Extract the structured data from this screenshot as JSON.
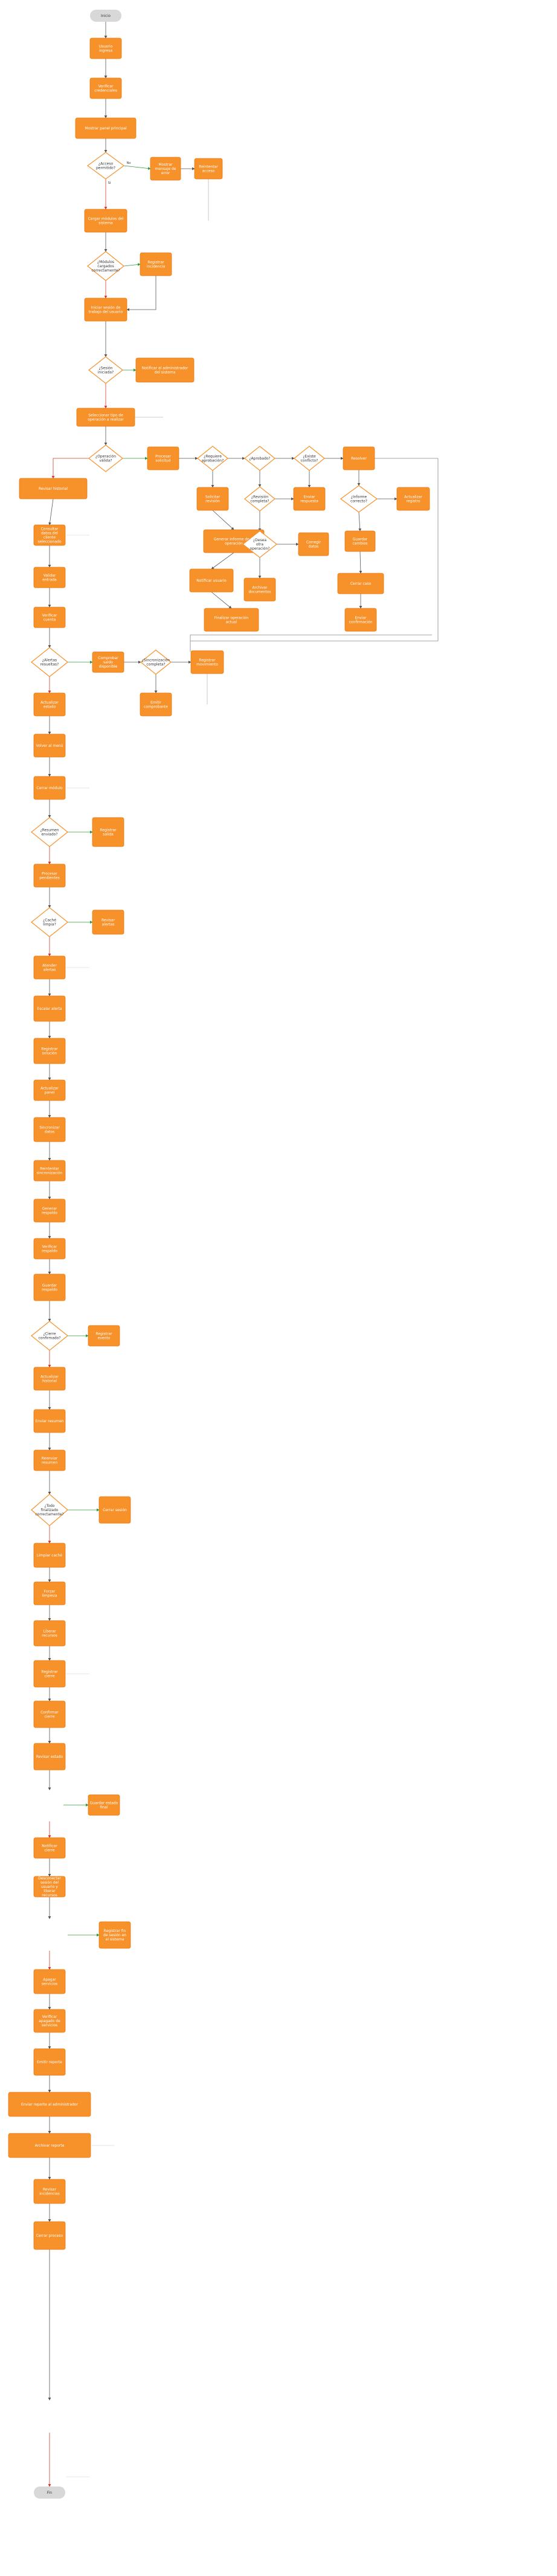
{
  "colors": {
    "process": "#f7912a",
    "process_stroke": "#e77b12",
    "decision_fill": "#ffffff",
    "decision_stroke": "#f7912a",
    "terminal": "#d8d8d8",
    "edge": "#555555",
    "edge_yes": "#2a9d3a",
    "edge_no": "#d43b2f",
    "edge_link": "#3a6fd8"
  },
  "diagram": {
    "nodes": [
      {
        "id": "start",
        "shape": "terminal",
        "label": "Inicio"
      },
      {
        "id": "n1",
        "shape": "process",
        "label": "Usuario ingresa"
      },
      {
        "id": "n2",
        "shape": "process",
        "label": "Verificar credenciales"
      },
      {
        "id": "n3",
        "shape": "process",
        "label": "Mostrar panel principal"
      },
      {
        "id": "d1",
        "shape": "decision",
        "label": "¿Acceso permitido?"
      },
      {
        "id": "n4",
        "shape": "process",
        "label": "Mostrar mensaje de error"
      },
      {
        "id": "n5",
        "shape": "process",
        "label": "Reintentar acceso"
      },
      {
        "id": "n6",
        "shape": "process",
        "label": "Cargar módulos del sistema"
      },
      {
        "id": "d2",
        "shape": "decision",
        "label": "¿Módulos cargados correctamente?"
      },
      {
        "id": "n7",
        "shape": "process",
        "label": "Registrar incidencia"
      },
      {
        "id": "n8",
        "shape": "process",
        "label": "Iniciar sesión de trabajo del usuario"
      },
      {
        "id": "d3",
        "shape": "decision",
        "label": "¿Sesión iniciada?"
      },
      {
        "id": "n9",
        "shape": "process",
        "label": "Notificar al administrador del sistema"
      },
      {
        "id": "n10",
        "shape": "process",
        "label": "Seleccionar tipo de operación a realizar"
      },
      {
        "id": "d4",
        "shape": "decision",
        "label": "¿Operación válida?"
      },
      {
        "id": "n11",
        "shape": "process",
        "label": "Procesar solicitud"
      },
      {
        "id": "d5",
        "shape": "decision",
        "label": "¿Requiere aprobación?"
      },
      {
        "id": "d6",
        "shape": "decision",
        "label": "¿Aprobado?"
      },
      {
        "id": "d7",
        "shape": "decision",
        "label": "¿Existe conflicto?"
      },
      {
        "id": "n12",
        "shape": "process",
        "label": "Resolver"
      },
      {
        "id": "n13",
        "shape": "process",
        "label": "Solicitar revisión"
      },
      {
        "id": "d8",
        "shape": "decision",
        "label": "¿Revisión completa?"
      },
      {
        "id": "n14",
        "shape": "process",
        "label": "Enviar respuesta"
      },
      {
        "id": "n15",
        "shape": "process",
        "label": "Actualizar registro"
      },
      {
        "id": "n16",
        "shape": "process",
        "label": "Generar informe de la operación"
      },
      {
        "id": "d9",
        "shape": "decision",
        "label": "¿Informe correcto?"
      },
      {
        "id": "n17",
        "shape": "process",
        "label": "Corregir datos"
      },
      {
        "id": "n18",
        "shape": "process",
        "label": "Guardar cambios"
      },
      {
        "id": "n19",
        "shape": "process",
        "label": "Notificar usuario"
      },
      {
        "id": "n20",
        "shape": "process",
        "label": "Archivar documentos"
      },
      {
        "id": "n21",
        "shape": "process",
        "label": "Cerrar caso"
      },
      {
        "id": "n22",
        "shape": "process",
        "label": "Finalizar operación actual"
      },
      {
        "id": "n23",
        "shape": "process",
        "label": "Enviar confirmación"
      },
      {
        "id": "n24",
        "shape": "process",
        "label": "Revisar historial"
      },
      {
        "id": "n25",
        "shape": "process",
        "label": "Consultar datos del cliente seleccionado"
      },
      {
        "id": "n26",
        "shape": "process",
        "label": "Validar entrada"
      },
      {
        "id": "n27",
        "shape": "process",
        "label": "Verificar cuenta"
      },
      {
        "id": "n28",
        "shape": "process",
        "label": "Comprobar saldo disponible"
      },
      {
        "id": "n29",
        "shape": "process",
        "label": "Registrar movimiento"
      },
      {
        "id": "n30",
        "shape": "process",
        "label": "Actualizar estado"
      },
      {
        "id": "n31",
        "shape": "process",
        "label": "Emitir comprobante"
      },
      {
        "id": "d10",
        "shape": "decision",
        "label": "¿Desea otra operación?"
      },
      {
        "id": "n32",
        "shape": "process",
        "label": "Volver al menú"
      },
      {
        "id": "n33",
        "shape": "process",
        "label": "Cerrar módulo"
      },
      {
        "id": "n34",
        "shape": "process",
        "label": "Registrar salida"
      },
      {
        "id": "n35",
        "shape": "process",
        "label": "Procesar pendientes"
      },
      {
        "id": "n36",
        "shape": "process",
        "label": "Revisar alertas"
      },
      {
        "id": "n37",
        "shape": "process",
        "label": "Atender alertas"
      },
      {
        "id": "d11",
        "shape": "decision",
        "label": "¿Alertas resueltas?"
      },
      {
        "id": "n38",
        "shape": "process",
        "label": "Escalar alerta"
      },
      {
        "id": "n39",
        "shape": "process",
        "label": "Registrar solución"
      },
      {
        "id": "n40",
        "shape": "process",
        "label": "Actualizar panel"
      },
      {
        "id": "n41",
        "shape": "process",
        "label": "Sincronizar datos"
      },
      {
        "id": "d12",
        "shape": "decision",
        "label": "¿Sincronización completa?"
      },
      {
        "id": "n42",
        "shape": "process",
        "label": "Reintentar sincronización"
      },
      {
        "id": "n43",
        "shape": "process",
        "label": "Generar respaldo"
      },
      {
        "id": "n44",
        "shape": "process",
        "label": "Verificar respaldo"
      },
      {
        "id": "n45",
        "shape": "process",
        "label": "Guardar respaldo"
      },
      {
        "id": "n46",
        "shape": "process",
        "label": "Registrar evento"
      },
      {
        "id": "n47",
        "shape": "process",
        "label": "Actualizar historial"
      },
      {
        "id": "n48",
        "shape": "process",
        "label": "Enviar resumen"
      },
      {
        "id": "d13",
        "shape": "decision",
        "label": "¿Resumen enviado?"
      },
      {
        "id": "n49",
        "shape": "process",
        "label": "Reenviar resumen"
      },
      {
        "id": "n50",
        "shape": "process",
        "label": "Cerrar sesión"
      },
      {
        "id": "n51",
        "shape": "process",
        "label": "Limpiar caché"
      },
      {
        "id": "d14",
        "shape": "decision",
        "label": "¿Caché limpia?"
      },
      {
        "id": "n52",
        "shape": "process",
        "label": "Forzar limpieza"
      },
      {
        "id": "n53",
        "shape": "process",
        "label": "Liberar recursos"
      },
      {
        "id": "n54",
        "shape": "process",
        "label": "Registrar cierre"
      },
      {
        "id": "n55",
        "shape": "process",
        "label": "Confirmar cierre"
      },
      {
        "id": "d15",
        "shape": "decision",
        "label": "¿Cierre confirmado?"
      },
      {
        "id": "n56",
        "shape": "process",
        "label": "Revisar estado"
      },
      {
        "id": "n57",
        "shape": "process",
        "label": "Guardar estado final"
      },
      {
        "id": "n58",
        "shape": "process",
        "label": "Notificar cierre"
      },
      {
        "id": "n59",
        "shape": "process",
        "label": "Desconectar sesión del usuario y liberar recursos"
      },
      {
        "id": "n60",
        "shape": "process",
        "label": "Registrar fin de sesión en el sistema"
      },
      {
        "id": "n61",
        "shape": "process",
        "label": "Apagar servicios"
      },
      {
        "id": "n62",
        "shape": "process",
        "label": "Verificar apagado de servicios"
      },
      {
        "id": "n63",
        "shape": "process",
        "label": "Emitir reporte"
      },
      {
        "id": "n64",
        "shape": "process",
        "label": "Enviar reporte al administrador"
      },
      {
        "id": "n65",
        "shape": "process",
        "label": "Archivar reporte"
      },
      {
        "id": "d16",
        "shape": "decision",
        "label": "¿Todo finalizado correctamente?"
      },
      {
        "id": "n66",
        "shape": "process",
        "label": "Revisar incidencias"
      },
      {
        "id": "n67",
        "shape": "process",
        "label": "Cerrar proceso"
      },
      {
        "id": "end",
        "shape": "terminal",
        "label": "Fin"
      }
    ],
    "edge_labels": {
      "yes": "Sí",
      "no": "No"
    }
  }
}
